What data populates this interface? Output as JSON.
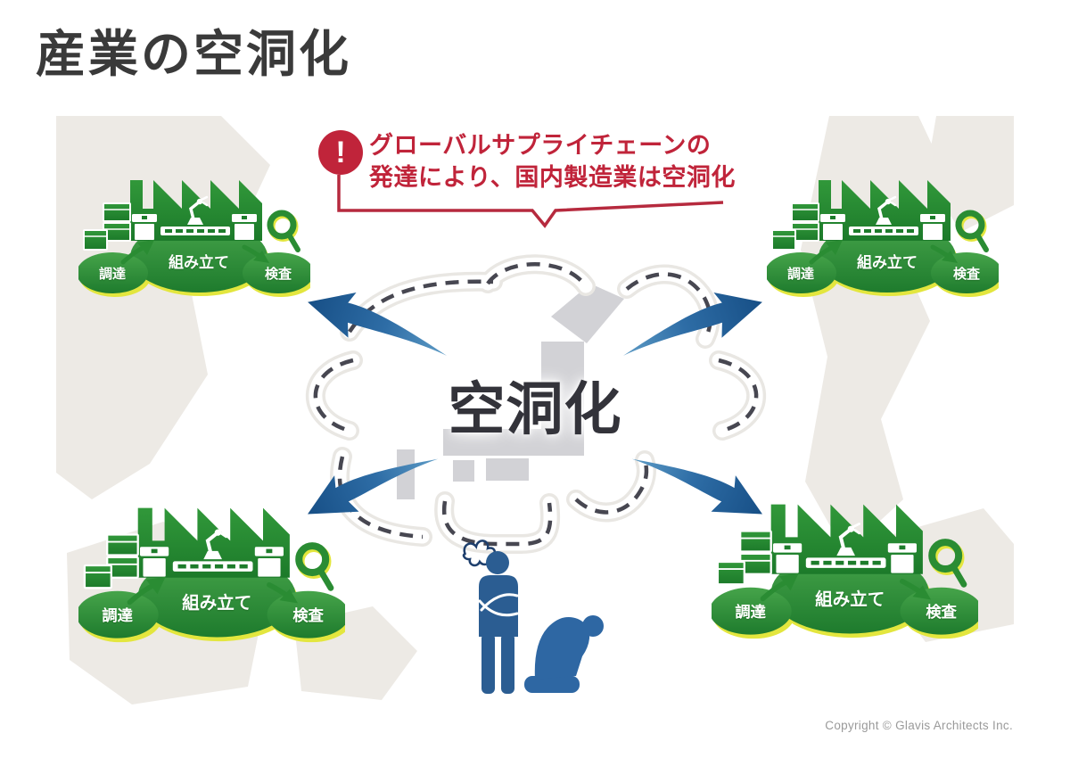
{
  "title": "産業の空洞化",
  "callout": {
    "icon": "exclamation-icon",
    "line1": "グローバルサプライチェーンの",
    "line2": "発達により、国内製造業は空洞化"
  },
  "center": {
    "label": "空洞化"
  },
  "factory_unit": {
    "assembly": "組み立て",
    "procurement": "調達",
    "inspection": "検査"
  },
  "clusters": [
    {
      "position": "top-left"
    },
    {
      "position": "top-right"
    },
    {
      "position": "bottom-left"
    },
    {
      "position": "bottom-right"
    }
  ],
  "figures": {
    "standing": "standing-person-arms-crossed",
    "bowing": "bowing-person"
  },
  "footer": {
    "copyright": "Copyright © Glavis Architects Inc."
  },
  "colors": {
    "accent_red": "#c0243a",
    "factory_green": "#2a8c33",
    "highlight_yellow": "#e3e63e",
    "arrow_blue": "#1d578f",
    "figure_blue": "#2b5d92",
    "japan_gray": "#d2d2d6",
    "worldmap_gray": "#edeae5",
    "title_gray": "#3a3a3a"
  }
}
